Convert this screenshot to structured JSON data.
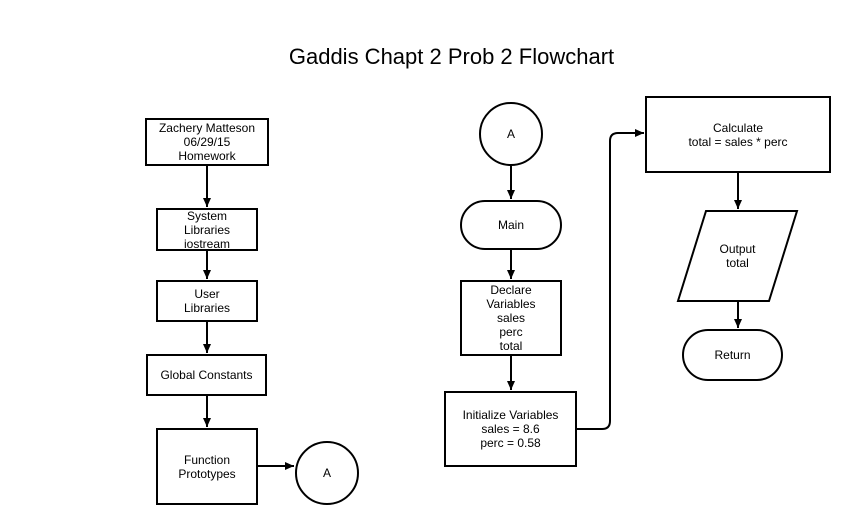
{
  "title": "Gaddis Chapt 2 Prob 2 Flowchart",
  "nodes": {
    "header": [
      "Zachery Matteson",
      "06/29/15",
      "Homework"
    ],
    "system_libraries": [
      "System",
      "Libraries",
      "iostream"
    ],
    "user_libraries": [
      "User",
      "Libraries"
    ],
    "global_constants": [
      "Global Constants"
    ],
    "function_prototypes": [
      "Function",
      "Prototypes"
    ],
    "connector_out": [
      "A"
    ],
    "connector_in": [
      "A"
    ],
    "main": [
      "Main"
    ],
    "declare_variables": [
      "Declare",
      "Variables",
      "sales",
      "perc",
      "total"
    ],
    "initialize_variables": [
      "Initialize Variables",
      "sales = 8.6",
      "perc = 0.58"
    ],
    "calculate": [
      "Calculate",
      "total = sales * perc"
    ],
    "output": [
      "Output",
      "total"
    ],
    "return": [
      "Return"
    ]
  }
}
